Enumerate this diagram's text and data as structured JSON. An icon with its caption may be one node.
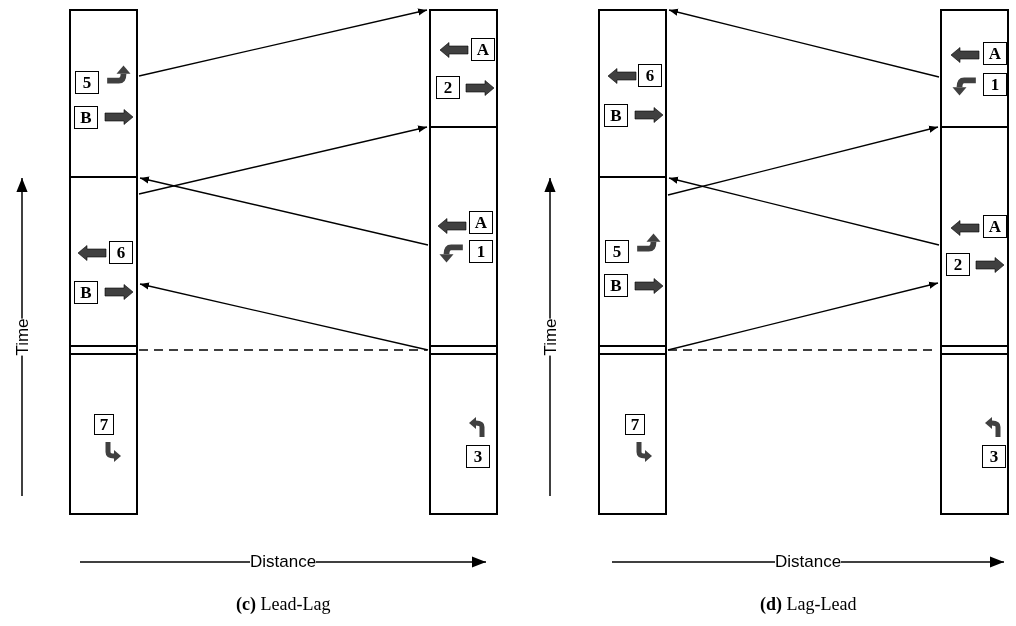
{
  "diagram": {
    "nodes": [
      {
        "text": [
          "5",
          "B"
        ]
      },
      {
        "text": [
          "6",
          "B"
        ]
      },
      {
        "text": [
          "7"
        ]
      },
      {
        "text": [
          "A",
          "2"
        ]
      },
      {
        "text": [
          "A",
          "1"
        ]
      },
      {
        "text": [
          "3"
        ]
      },
      {
        "text": [
          "6",
          "B"
        ]
      },
      {
        "text": [
          "5",
          "B"
        ]
      },
      {
        "text": [
          "7"
        ]
      },
      {
        "text": [
          "A",
          "1"
        ]
      },
      {
        "text": [
          "A",
          "2"
        ]
      },
      {
        "text": [
          "3"
        ]
      }
    ],
    "edges": [
      {
        "from": 0,
        "to": 3,
        "arrow": "to"
      },
      {
        "from": 1,
        "to": 3,
        "arrow": "to"
      },
      {
        "from": 4,
        "to": 1,
        "arrow": "to"
      },
      {
        "from": 5,
        "to": 1,
        "arrow": "to"
      },
      {
        "from": 2,
        "to": 5,
        "arrow": "none",
        "style": "dashed"
      },
      {
        "from": 9,
        "to": 6,
        "arrow": "to"
      },
      {
        "from": 7,
        "to": 9,
        "arrow": "to"
      },
      {
        "from": 10,
        "to": 7,
        "arrow": "to"
      },
      {
        "from": 8,
        "to": 10,
        "arrow": "to"
      },
      {
        "from": 8,
        "to": 11,
        "arrow": "none",
        "style": "dashed"
      }
    ],
    "labels": [
      "Time",
      "Distance",
      "**(c)** Lead-Lag",
      "Time",
      "Distance",
      "**(d)** Lag-Lead"
    ]
  }
}
